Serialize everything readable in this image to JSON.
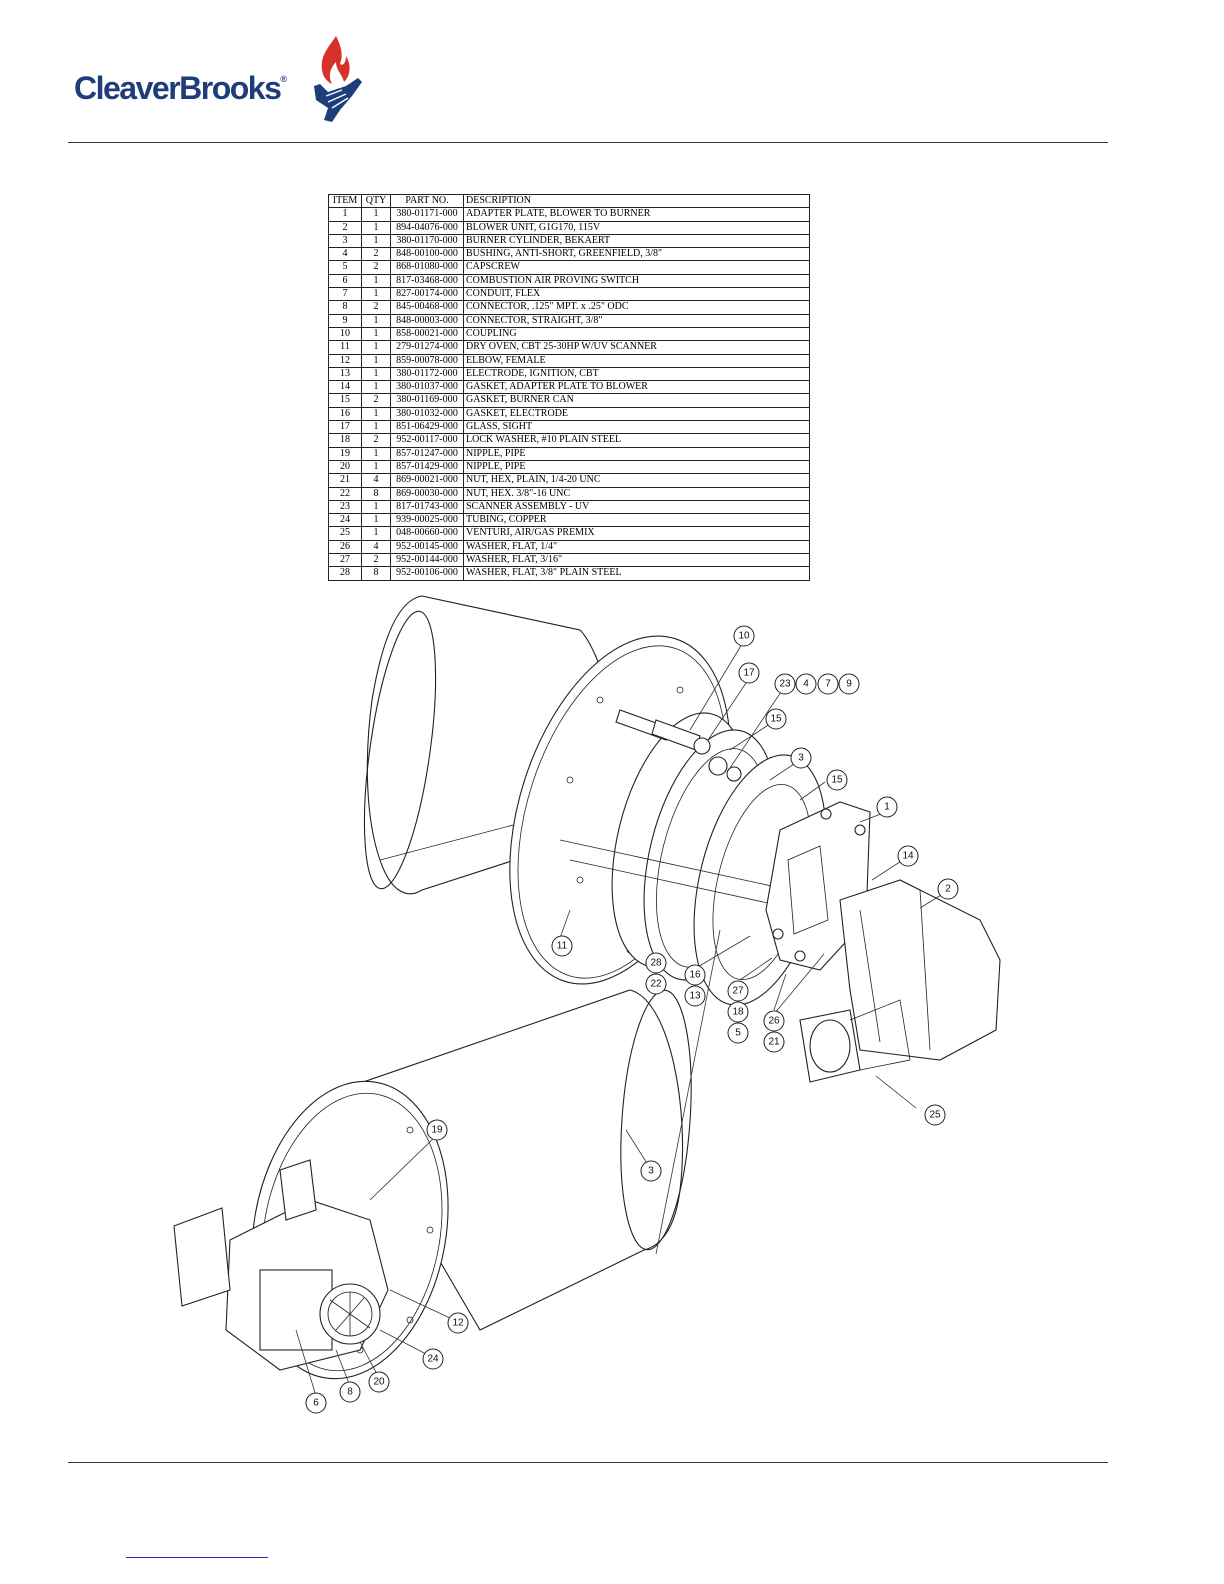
{
  "header": {
    "brand_name": "CleaverBrooks",
    "registered_mark": "®",
    "logo_colors": {
      "text": "#1f3d7a",
      "flame": "#d6322a",
      "hand": "#1f3d7a"
    }
  },
  "parts_table": {
    "headers": {
      "item": "ITEM",
      "qty": "QTY",
      "part_no": "PART NO.",
      "description": "DESCRIPTION"
    },
    "rows": [
      {
        "item": "1",
        "qty": "1",
        "part_no": "380-01171-000",
        "description": "ADAPTER PLATE, BLOWER TO BURNER"
      },
      {
        "item": "2",
        "qty": "1",
        "part_no": "894-04076-000",
        "description": "BLOWER UNIT, G1G170, 115V"
      },
      {
        "item": "3",
        "qty": "1",
        "part_no": "380-01170-000",
        "description": "BURNER CYLINDER, BEKAERT"
      },
      {
        "item": "4",
        "qty": "2",
        "part_no": "848-00100-000",
        "description": "BUSHING, ANTI-SHORT, GREENFIELD, 3/8\""
      },
      {
        "item": "5",
        "qty": "2",
        "part_no": "868-01080-000",
        "description": "CAPSCREW"
      },
      {
        "item": "6",
        "qty": "1",
        "part_no": "817-03468-000",
        "description": "COMBUSTION AIR PROVING SWITCH"
      },
      {
        "item": "7",
        "qty": "1",
        "part_no": "827-00174-000",
        "description": "CONDUIT, FLEX"
      },
      {
        "item": "8",
        "qty": "2",
        "part_no": "845-00468-000",
        "description": "CONNECTOR, .125\" MPT. x .25\" ODC"
      },
      {
        "item": "9",
        "qty": "1",
        "part_no": "848-00003-000",
        "description": "CONNECTOR, STRAIGHT, 3/8\""
      },
      {
        "item": "10",
        "qty": "1",
        "part_no": "858-00021-000",
        "description": "COUPLING"
      },
      {
        "item": "11",
        "qty": "1",
        "part_no": "279-01274-000",
        "description": "DRY OVEN, CBT 25-30HP W/UV SCANNER"
      },
      {
        "item": "12",
        "qty": "1",
        "part_no": "859-00078-000",
        "description": "ELBOW, FEMALE"
      },
      {
        "item": "13",
        "qty": "1",
        "part_no": "380-01172-000",
        "description": "ELECTRODE, IGNITION, CBT"
      },
      {
        "item": "14",
        "qty": "1",
        "part_no": "380-01037-000",
        "description": "GASKET, ADAPTER PLATE TO BLOWER"
      },
      {
        "item": "15",
        "qty": "2",
        "part_no": "380-01169-000",
        "description": "GASKET, BURNER CAN"
      },
      {
        "item": "16",
        "qty": "1",
        "part_no": "380-01032-000",
        "description": "GASKET, ELECTRODE"
      },
      {
        "item": "17",
        "qty": "1",
        "part_no": "851-06429-000",
        "description": "GLASS, SIGHT"
      },
      {
        "item": "18",
        "qty": "2",
        "part_no": "952-00117-000",
        "description": "LOCK WASHER, #10 PLAIN STEEL"
      },
      {
        "item": "19",
        "qty": "1",
        "part_no": "857-01247-000",
        "description": "NIPPLE, PIPE"
      },
      {
        "item": "20",
        "qty": "1",
        "part_no": "857-01429-000",
        "description": "NIPPLE, PIPE"
      },
      {
        "item": "21",
        "qty": "4",
        "part_no": "869-00021-000",
        "description": "NUT, HEX, PLAIN, 1/4-20 UNC"
      },
      {
        "item": "22",
        "qty": "8",
        "part_no": "869-00030-000",
        "description": "NUT, HEX. 3/8\"-16 UNC"
      },
      {
        "item": "23",
        "qty": "1",
        "part_no": "817-01743-000",
        "description": "SCANNER ASSEMBLY - UV"
      },
      {
        "item": "24",
        "qty": "1",
        "part_no": "939-00025-000",
        "description": "TUBING, COPPER"
      },
      {
        "item": "25",
        "qty": "1",
        "part_no": "048-00660-000",
        "description": "VENTURI, AIR/GAS PREMIX"
      },
      {
        "item": "26",
        "qty": "4",
        "part_no": "952-00145-000",
        "description": "WASHER, FLAT, 1/4\""
      },
      {
        "item": "27",
        "qty": "2",
        "part_no": "952-00144-000",
        "description": "WASHER, FLAT, 3/16\""
      },
      {
        "item": "28",
        "qty": "8",
        "part_no": "952-00106-000",
        "description": "WASHER, FLAT, 3/8\" PLAIN STEEL"
      }
    ]
  },
  "callouts": {
    "c10": "10",
    "c17": "17",
    "c23": "23",
    "c4": "4",
    "c7": "7",
    "c9": "9",
    "c15a": "15",
    "c3a": "3",
    "c15b": "15",
    "c1": "1",
    "c14": "14",
    "c2": "2",
    "c11": "11",
    "c28": "28",
    "c22": "22",
    "c16": "16",
    "c13": "13",
    "c27": "27",
    "c18": "18",
    "c5": "5",
    "c26": "26",
    "c21": "21",
    "c25": "25",
    "c19": "19",
    "c3b": "3",
    "c12": "12",
    "c24": "24",
    "c20": "20",
    "c8": "8",
    "c6": "6"
  }
}
